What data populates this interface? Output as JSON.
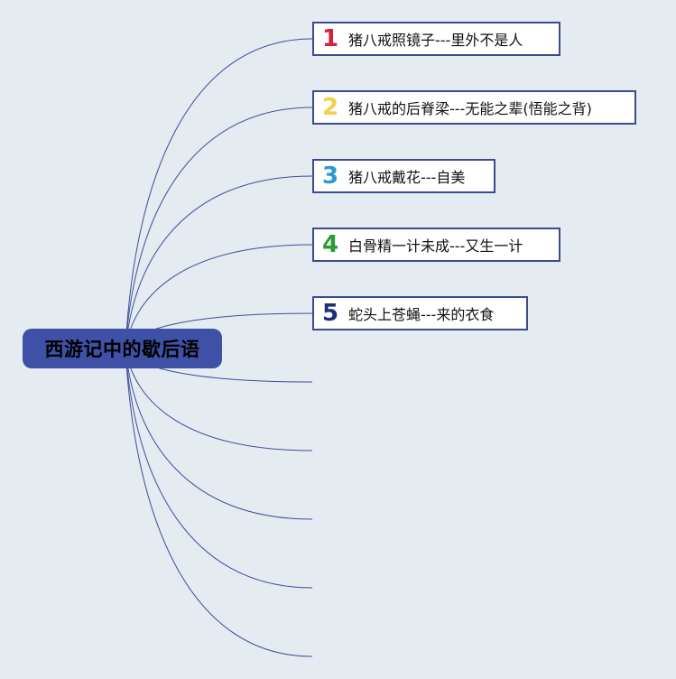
{
  "background": "#e4ecf1",
  "line_color": "#3e4d95",
  "central": {
    "label": "西游记中的歇后语",
    "fill": "#3f51a6"
  },
  "topics": [
    {
      "marker": "1",
      "marker_color": "#d4213b",
      "text": "猪八戒照镜子---里外不是人"
    },
    {
      "marker": "2",
      "marker_color": "#f2d146",
      "text": "猪八戒的后脊梁---无能之辈(悟能之背)"
    },
    {
      "marker": "3",
      "marker_color": "#2f98d3",
      "text": "猪八戒戴花---自美"
    },
    {
      "marker": "4",
      "marker_color": "#2b9a37",
      "text": "白骨精一计未成---又生一计"
    },
    {
      "marker": "5",
      "marker_color": "#1d2f7a",
      "text": "蛇头上苍蝇---来的衣食"
    }
  ],
  "empty_branch_count": 5
}
